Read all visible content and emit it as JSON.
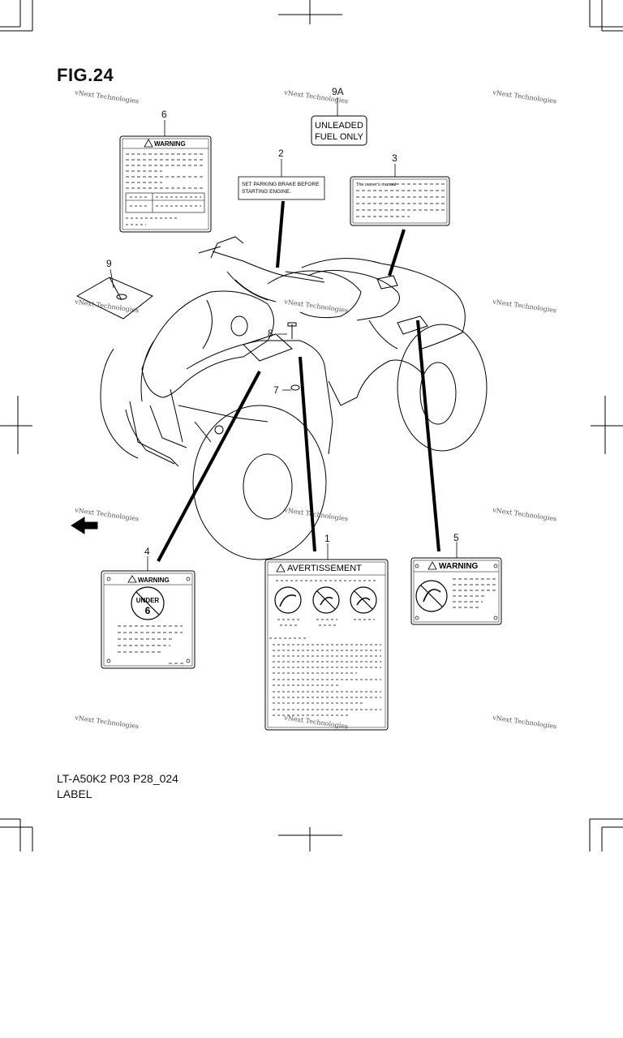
{
  "figure": {
    "title": "FIG.24",
    "model_code": "LT-A50K2 P03 P28_024",
    "section_name": "LABEL"
  },
  "watermark": {
    "text": "vNext Technologies"
  },
  "callouts": [
    {
      "id": "6",
      "text": "6"
    },
    {
      "id": "9A",
      "text": "9A"
    },
    {
      "id": "2",
      "text": "2"
    },
    {
      "id": "3",
      "text": "3"
    },
    {
      "id": "9",
      "text": "9"
    },
    {
      "id": "8",
      "text": "8"
    },
    {
      "id": "7",
      "text": "7"
    },
    {
      "id": "4",
      "text": "4"
    },
    {
      "id": "1",
      "text": "1"
    },
    {
      "id": "5",
      "text": "5"
    }
  ],
  "labels": {
    "fuel": {
      "line1": "UNLEADED",
      "line2": "FUEL ONLY"
    },
    "parking": {
      "line1": "SET PARKING BRAKE BEFORE",
      "line2": "STARTING ENGINE."
    },
    "manual": {
      "text": "The owner's manual"
    },
    "warning_top": {
      "heading": "WARNING"
    },
    "warning_under6": {
      "heading": "WARNING",
      "badge_top": "UNDER",
      "badge_num": "6"
    },
    "avertissement": {
      "heading": "AVERTISSEMENT"
    },
    "warning_right": {
      "heading": "WARNING"
    }
  }
}
